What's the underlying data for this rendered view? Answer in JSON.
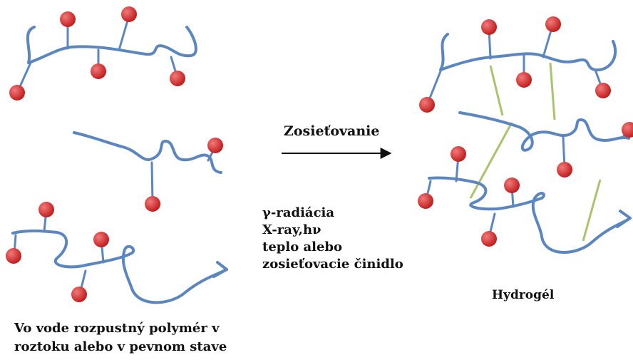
{
  "labels": {
    "crosslinking": "Zosieťovanie",
    "conditions": [
      "γ-radiácia",
      "X-ray,hν",
      "teplo alebo",
      "zosieťovacie činidlo"
    ],
    "hydrogel": "Hydrogél",
    "polymer_line1": "Vo vode rozpustný polymér v",
    "polymer_line2": "roztoku alebo v pevnom stave"
  },
  "colors": {
    "chain": "#5b86c0",
    "bead": "#d42a2a",
    "bead_highlight": "#f07a7a",
    "crosslink": "#a9c46c",
    "arrow": "#111111",
    "text": "#111111"
  }
}
